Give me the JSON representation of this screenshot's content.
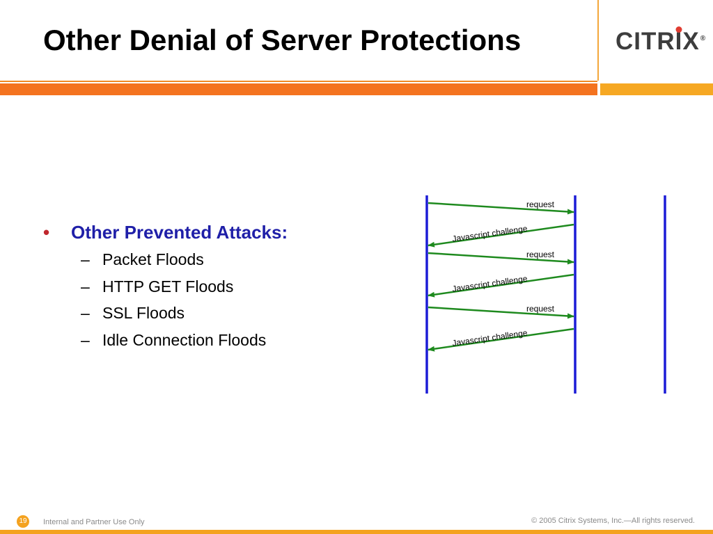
{
  "slide": {
    "title": "Other Denial of Server Protections",
    "logo_text": "CITRIX",
    "bullet": {
      "heading": "Other Prevented Attacks:",
      "items": [
        "Packet Floods",
        "HTTP GET Floods",
        "SSL Floods",
        "Idle Connection Floods"
      ]
    },
    "diagram": {
      "messages": [
        {
          "label": "request",
          "direction": "right"
        },
        {
          "label": "Javascript challenge",
          "direction": "left"
        },
        {
          "label": "request",
          "direction": "right"
        },
        {
          "label": "Javascript challenge",
          "direction": "left"
        },
        {
          "label": "request",
          "direction": "right"
        },
        {
          "label": "Javascript challenge",
          "direction": "left"
        }
      ],
      "colors": {
        "lifeline": "#1c1cd6",
        "arrow": "#1e8a1e"
      }
    },
    "footer": {
      "page_number": "19",
      "left_text": "Internal and Partner Use Only",
      "right_text": "© 2005 Citrix Systems, Inc.—All rights reserved."
    },
    "colors": {
      "title_band": "#f4731f",
      "accent": "#f4a21f",
      "bullet_heading": "#1f1fa8"
    }
  }
}
